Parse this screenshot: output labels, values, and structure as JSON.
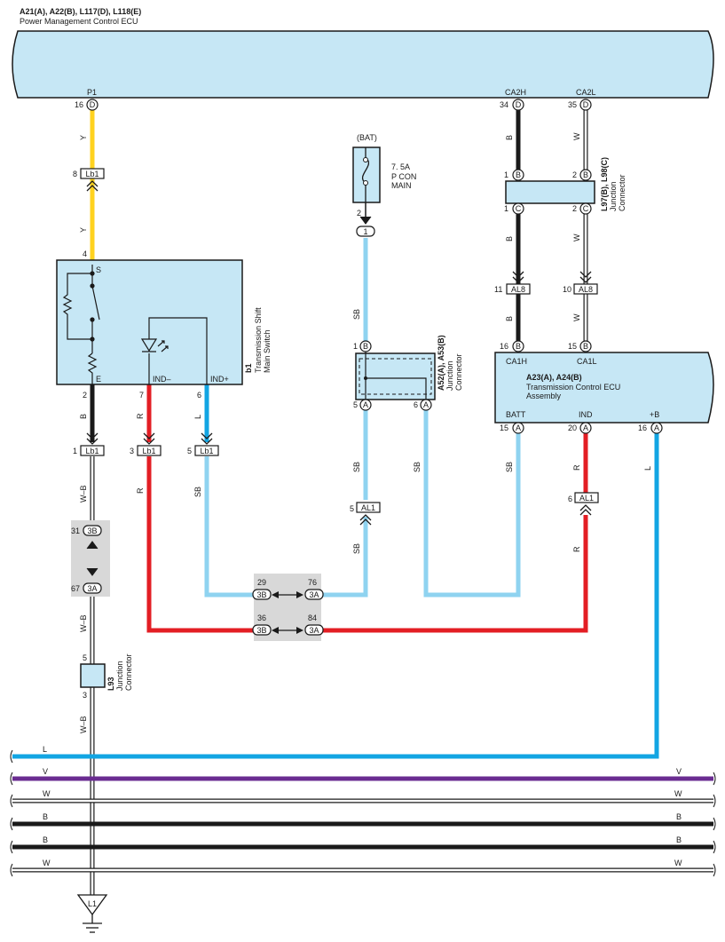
{
  "ecu_top": {
    "title": "A21(A), A22(B), L117(D), L118(E)",
    "subtitle": "Power Management Control ECU",
    "p1_label": "P1",
    "ca2h_label": "CA2H",
    "ca2l_label": "CA2L",
    "p1_pin": "16",
    "ca2h_pin": "34",
    "ca2l_pin": "35",
    "connector_letter": "D"
  },
  "wire_colors": {
    "Y": "#ffd21f",
    "B": "#1a1a1a",
    "W": "#ffffff",
    "SB": "#8fd3f0",
    "L": "#12a5e3",
    "R": "#e31e24",
    "V": "#6a2c91",
    "W-B": "#ffffff"
  },
  "wire_labels": {
    "y_top": "Y",
    "y_bottom": "Y",
    "b_left": "B",
    "wb1": "W–B",
    "wb2": "W–B",
    "wb3": "W–B",
    "r_left": "R",
    "r_left2": "R",
    "l_left": "L",
    "sb_left": "SB",
    "sb_mid1": "SB",
    "sb_mid2": "SB",
    "sb_mid3": "SB",
    "sb_mid4": "SB",
    "sb_right": "SB",
    "b_ca_top": "B",
    "b_ca_mid": "B",
    "b_ca_low": "B",
    "w_ca_top": "W",
    "w_ca_mid": "W",
    "w_ca_low": "W",
    "r_ind1": "R",
    "r_ind2": "R",
    "l_plusb": "L"
  },
  "connectors": {
    "lb1": "Lb1",
    "al8": "AL8",
    "al1": "AL1",
    "j3b": "3B",
    "j3a": "3A",
    "j1": "1",
    "jb": "B",
    "jc": "C",
    "ja": "A"
  },
  "pins": {
    "lb1_top": "8",
    "switch_s": "4",
    "switch_e": "2",
    "switch_ind_minus": "7",
    "switch_ind_plus": "6",
    "lb1_a": "1",
    "lb1_b": "3",
    "lb1_c": "5",
    "j31": "31",
    "j67": "67",
    "j29": "29",
    "j76": "76",
    "j36": "36",
    "j84": "84",
    "l93_top": "5",
    "l93_bot": "3",
    "fuse_pin": "2",
    "a52_top": "1",
    "a52_left": "5",
    "a52_right": "6",
    "al1_pin": "5",
    "l97_tl": "1",
    "l97_tr": "2",
    "l97_bl": "1",
    "l97_br": "2",
    "al8_left": "11",
    "al8_right": "10",
    "tcu_ca1h": "16",
    "tcu_ca1l": "15",
    "tcu_batt": "15",
    "tcu_ind": "20",
    "tcu_plusb": "16",
    "al1_right": "6"
  },
  "switch": {
    "id": "b1",
    "name_line1": "Transmission Shift",
    "name_line2": "Main Switch",
    "s_label": "S",
    "e_label": "E",
    "ind_minus": "IND–",
    "ind_plus": "IND+"
  },
  "fuse": {
    "bat": "(BAT)",
    "rating": "7. 5A",
    "name1": "P CON",
    "name2": "MAIN"
  },
  "junction_a52": {
    "id": "A52(A), A53(B)",
    "line1": "Junction",
    "line2": "Connector"
  },
  "junction_l97": {
    "id": "L97(B), L98(C)",
    "line1": "Junction",
    "line2": "Connector"
  },
  "junction_l93": {
    "id": "L93",
    "line1": "Junction",
    "line2": "Connector"
  },
  "tcu": {
    "title": "A23(A), A24(B)",
    "line1": "Transmission Control ECU",
    "line2": "Assembly",
    "ca1h": "CA1H",
    "ca1l": "CA1L",
    "batt": "BATT",
    "ind": "IND",
    "plusb": "+B"
  },
  "bus": {
    "l": "L",
    "v_left": "V",
    "v_right": "V",
    "w1_left": "W",
    "w1_right": "W",
    "b1_left": "B",
    "b1_right": "B",
    "b2_left": "B",
    "b2_right": "B",
    "w2_left": "W",
    "w2_right": "W"
  },
  "ground": {
    "label": "L1"
  }
}
